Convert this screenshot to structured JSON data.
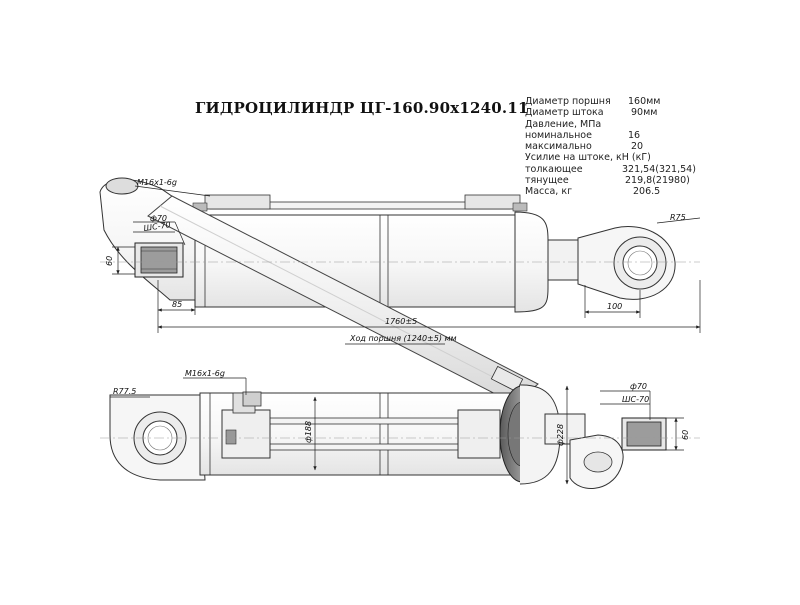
{
  "title": "ГИДРОЦИЛИНДР ЦГ-160.90х1240.11",
  "specs": [
    {
      "label": "Диаметр поршня",
      "value": "160мм"
    },
    {
      "label": "Диаметр штока",
      "value": "90мм"
    },
    {
      "label": "Давление, МПа",
      "value": ""
    },
    {
      "label": "номинальное",
      "value": "16"
    },
    {
      "label": "максимально",
      "value": "20"
    },
    {
      "label": "Усилие на штоке, кН (кГ)",
      "value": ""
    },
    {
      "label": "толкающее",
      "value": "321,54(321,54)"
    },
    {
      "label": "тянущее",
      "value": "219,8(21980)"
    },
    {
      "label": "Масса, кг",
      "value": "206.5"
    }
  ],
  "dimensions": {
    "thread_top": "M16х1-6g",
    "dia70_top": "ф70",
    "sharnir_top": "ШС-70",
    "width60_left": "60",
    "dim85": "85",
    "radius75": "R75",
    "dim100": "100",
    "total_length": "1760±5",
    "stroke": "Ход поршня (1240±5) мм",
    "radius77": "R77.5",
    "thread_bottom": "M16х1-6g",
    "dia188": "ф188",
    "dia228": "ф228",
    "dia70_bottom": "ф70",
    "sharnir_bottom": "ШС-70",
    "width60_right": "60"
  }
}
